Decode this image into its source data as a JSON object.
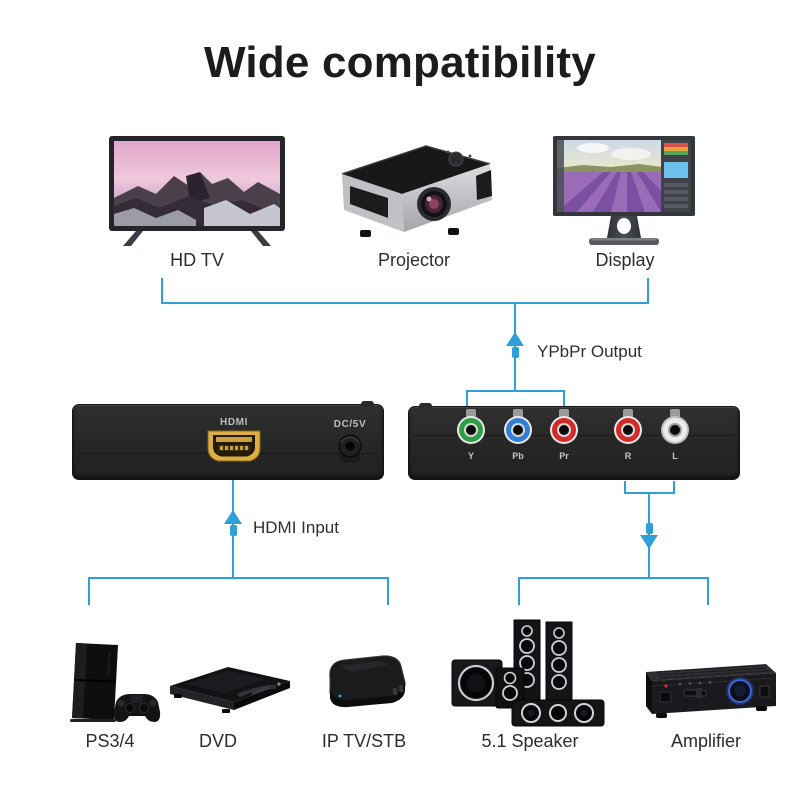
{
  "title": "Wide compatibility",
  "colors": {
    "line": "#2F9FD8"
  },
  "flow": {
    "output_label": "YPbPr Output",
    "input_label": "HDMI Input"
  },
  "top_devices": [
    {
      "label": "HD TV"
    },
    {
      "label": "Projector"
    },
    {
      "label": "Display"
    }
  ],
  "converter_back": {
    "hdmi_label": "HDMI",
    "power_label": "DC/5V"
  },
  "converter_front": {
    "ports": [
      {
        "label": "Y",
        "color": "#2e9e44"
      },
      {
        "label": "Pb",
        "color": "#2f7fd6"
      },
      {
        "label": "Pr",
        "color": "#d42a2a"
      },
      {
        "label": "R",
        "color": "#d42a2a"
      },
      {
        "label": "L",
        "color": "#ececec"
      }
    ]
  },
  "bottom_devices": [
    {
      "label": "PS3/4"
    },
    {
      "label": "DVD"
    },
    {
      "label": "IP TV/STB"
    },
    {
      "label": "5.1 Speaker"
    },
    {
      "label": "Amplifier"
    }
  ]
}
